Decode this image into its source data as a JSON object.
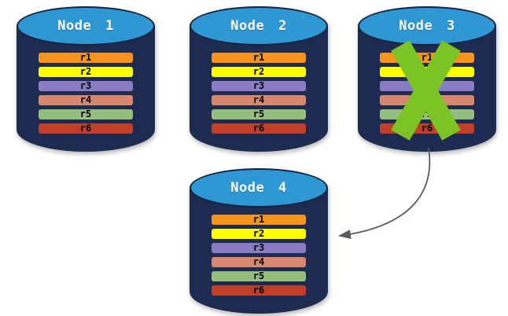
{
  "nodes": [
    {
      "label": "Node 1",
      "replicas": [
        "r1",
        "r2",
        "r3",
        "r4",
        "r5",
        "r6"
      ],
      "failed": false
    },
    {
      "label": "Node 2",
      "replicas": [
        "r1",
        "r2",
        "r3",
        "r4",
        "r5",
        "r6"
      ],
      "failed": false
    },
    {
      "label": "Node 3",
      "replicas": [
        "r1",
        "r2",
        "r3",
        "r4",
        "r5",
        "r6"
      ],
      "failed": true
    },
    {
      "label": "Node 4",
      "replicas": [
        "r1",
        "r2",
        "r3",
        "r4",
        "r5",
        "r6"
      ],
      "failed": false
    }
  ],
  "arrow": {
    "from": "Node 3",
    "to": "Node 4"
  },
  "icons": {
    "failure_x": "X",
    "arrow_head": "◀"
  },
  "colors": {
    "background": "#FFFFFF",
    "cylinder_body": "#1C2B4F",
    "cylinder_top": "#2F97D4",
    "cylinder_rim": "#142440",
    "title_text": "#FFFFFF",
    "bar_text": "#000000",
    "replica_r1": "#F7941D",
    "replica_r2": "#FEFE00",
    "replica_r3": "#8A7CC2",
    "replica_r4": "#D8876F",
    "replica_r5": "#94BE7E",
    "replica_r6": "#C23E26",
    "failure_x": "#7CC325",
    "arrow": "#5A5A5A"
  }
}
